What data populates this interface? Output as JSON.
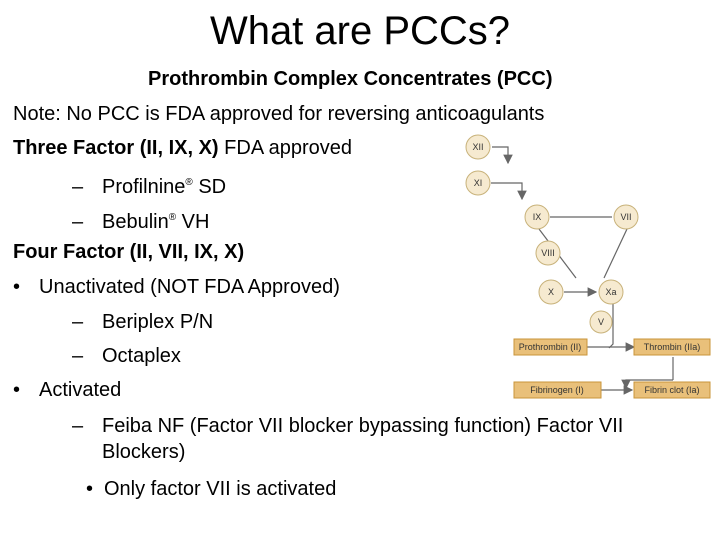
{
  "slide": {
    "title": "What are PCCs?",
    "subtitle": "Prothrombin Complex Concentrates (PCC)",
    "note": "Note: No PCC is FDA approved for reversing anticoagulants",
    "three_factor": {
      "heading": "Three Factor (II, IX, X)",
      "suffix": " FDA approved"
    },
    "profilnine": {
      "name": "Profilnine",
      "mark": "®",
      "rest": " SD"
    },
    "bebulin": {
      "name": "Bebulin",
      "mark": "®",
      "rest": " VH"
    },
    "four_factor": {
      "heading": "Four Factor (II, VII, IX, X)"
    },
    "unactivated": "Unactivated (NOT FDA Approved)",
    "beriplex": "Beriplex P/N",
    "octaplex": "Octaplex",
    "activated": "Activated",
    "feiba_line1": "Feiba NF (Factor VII blocker bypassing function) Factor VII",
    "feiba_line2": "Blockers)",
    "only_factor": "Only factor VII is activated",
    "bullet_char": "•",
    "dash_char": "–"
  },
  "diagram": {
    "nodes": {
      "xii": "XII",
      "xi": "XI",
      "ix": "IX",
      "vii_right": "VII",
      "vii_left": "VIII",
      "x": "X",
      "xa": "Xa",
      "v": "V"
    },
    "boxes": {
      "prothrombin": "Prothrombin (II)",
      "thrombin": "Thrombin (IIa)",
      "fibrinogen": "Fibrinogen (I)",
      "fibrin_clot": "Fibrin clot (Ia)"
    },
    "colors": {
      "node_fill": "#f6ead0",
      "node_stroke": "#c8b27a",
      "box_fill": "#e9c07a",
      "box_stroke": "#c9953a",
      "arrow": "#666666"
    }
  }
}
